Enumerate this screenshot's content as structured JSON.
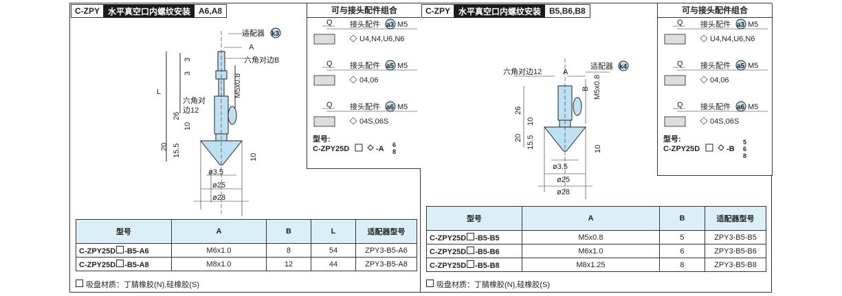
{
  "left": {
    "header": {
      "code": "C-ZPY",
      "title": "水平真空口内螺纹安装",
      "variant": "A6,A8"
    },
    "combo_title": "可与接头配件组合",
    "fittings": [
      {
        "q": "Q",
        "label": "接头配件",
        "badge": "a3",
        "thread": "M5",
        "sizes": "U4,N4,U6,N6"
      },
      {
        "q": "Q",
        "label": "接头配件",
        "badge": "a5",
        "thread": "M5",
        "sizes": "04,06"
      },
      {
        "q": "Q",
        "label": "接头配件",
        "badge": "a6",
        "thread": "M5",
        "sizes": "04S,06S"
      }
    ],
    "model_label": "型号:",
    "model_code": "C-ZPY25D",
    "model_suffix": "-A",
    "model_options": [
      "6",
      "8"
    ],
    "diagram": {
      "adapter_label": "适配器",
      "adapter_badge": "k3",
      "dim_a": "A",
      "hex_b": "六角对边B",
      "dim_L": "L",
      "hex12_line1": "六角对",
      "hex12_line2": "边12",
      "thread": "M5x0.8",
      "dims": [
        "3",
        "3",
        "26",
        "10",
        "20",
        "15.5",
        "10",
        "ø3.5",
        "ø25",
        "ø28"
      ]
    },
    "table": {
      "headers": [
        "型号",
        "A",
        "B",
        "L",
        "适配器型号"
      ],
      "rows": [
        [
          "C-ZPY25D",
          "-B5-A6",
          "M6x1.0",
          "8",
          "54",
          "ZPY3-B5-A6"
        ],
        [
          "C-ZPY25D",
          "-B5-A8",
          "M8x1.0",
          "12",
          "44",
          "ZPY3-B5-A8"
        ]
      ]
    },
    "footnote": "吸盘材质：丁腈橡胶(N),硅橡胶(S)"
  },
  "right": {
    "header": {
      "code": "C-ZPY",
      "title": "水平真空口内螺纹安装",
      "variant": "B5,B6,B8"
    },
    "combo_title": "可与接头配件组合",
    "fittings": [
      {
        "q": "Q",
        "label": "接头配件",
        "badge": "a3",
        "thread": "M5",
        "sizes": "U4,N4,U6,N6"
      },
      {
        "q": "Q",
        "label": "接头配件",
        "badge": "a5",
        "thread": "M5",
        "sizes": "04,06"
      },
      {
        "q": "Q",
        "label": "接头配件",
        "badge": "a6",
        "thread": "M5",
        "sizes": "04S,06S"
      }
    ],
    "model_label": "型号:",
    "model_code": "C-ZPY25D",
    "model_suffix": "-B",
    "model_options": [
      "5",
      "6",
      "8"
    ],
    "diagram": {
      "adapter_label": "适配器",
      "adapter_badge": "k4",
      "dim_a": "A",
      "dim_b": "B",
      "hex12": "六角对边12",
      "thread": "M5x0.8",
      "dims": [
        "26",
        "10",
        "20",
        "15.5",
        "10",
        "ø3.5",
        "ø25",
        "ø28"
      ]
    },
    "table": {
      "headers": [
        "型号",
        "A",
        "B",
        "适配器型号"
      ],
      "rows": [
        [
          "C-ZPY25D",
          "-B5-B5",
          "M5x0.8",
          "5",
          "ZPY3-B5-B5"
        ],
        [
          "C-ZPY25D",
          "-B5-B6",
          "M6x1.0",
          "6",
          "ZPY3-B5-B6"
        ],
        [
          "C-ZPY25D",
          "-B5-B8",
          "M8x1.25",
          "8",
          "ZPY3-B5-B8"
        ]
      ]
    },
    "footnote": "吸盘材质：丁腈橡胶(N),硅橡胶(S)"
  }
}
